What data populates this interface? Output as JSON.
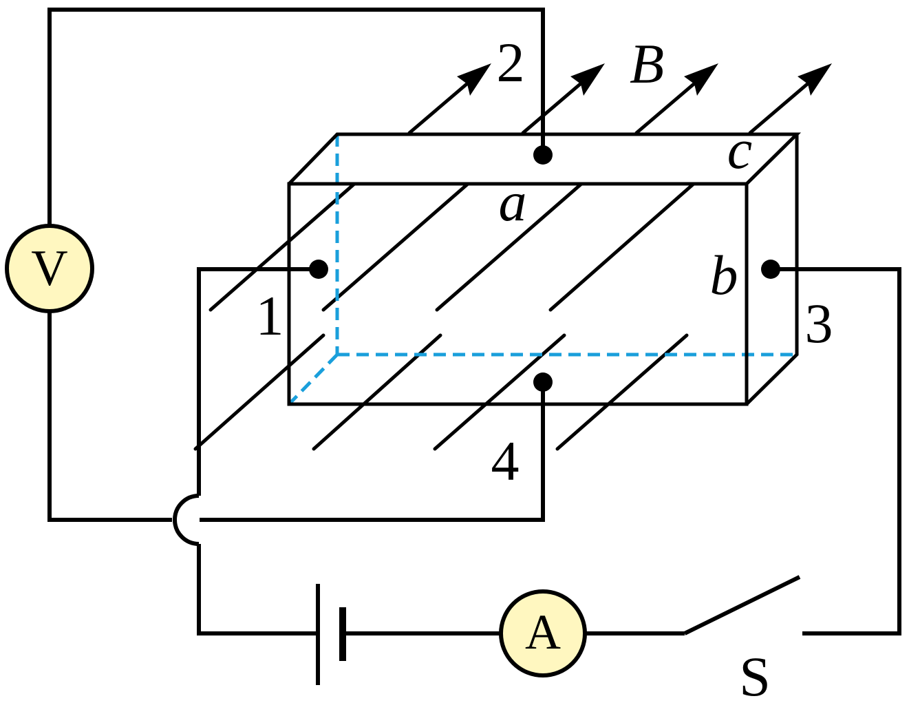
{
  "labels": {
    "terminal_1": "1",
    "terminal_2": "2",
    "terminal_3": "3",
    "terminal_4": "4",
    "field": "B",
    "dim_a": "a",
    "dim_b": "b",
    "dim_c": "c",
    "voltmeter": "V",
    "ammeter": "A",
    "switch": "S"
  },
  "colors": {
    "hidden_edges": "#1a9fdb",
    "meter_fill": "#fff7c0",
    "lines": "#000000"
  }
}
